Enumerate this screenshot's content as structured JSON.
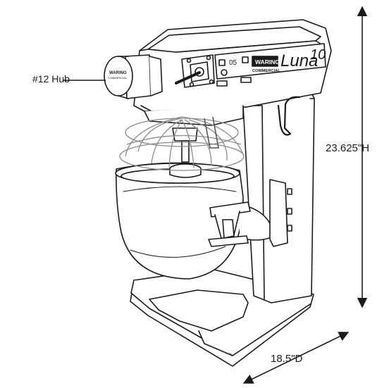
{
  "callouts": {
    "hub": "#12 Hub",
    "height": "23.625\"H",
    "depth": "18.5\"D"
  },
  "brand": {
    "name": "WARING",
    "sub": "COMMERCIAL",
    "model": "Luna",
    "model_number": "10"
  },
  "hub_badge": {
    "name": "WARING",
    "sub": "COMMERCIAL"
  },
  "control_panel": {
    "display": "05"
  },
  "colors": {
    "line": "#1a1a1a",
    "guard": "#8c8c8c",
    "fill": "#ffffff"
  }
}
